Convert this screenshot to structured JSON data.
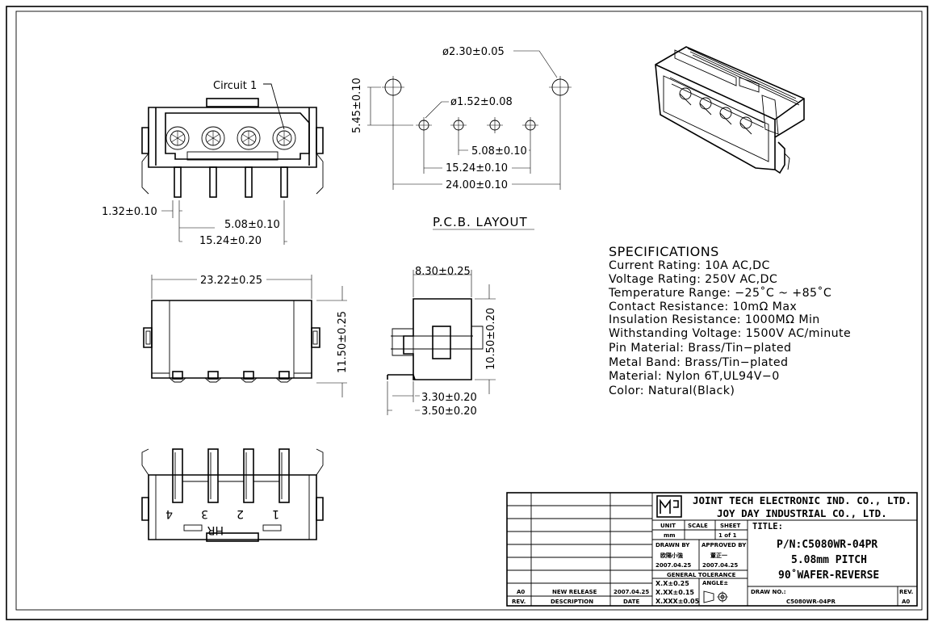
{
  "drawing_title": "P.C.B. LAYOUT",
  "top_view": {
    "circuit_label": "Circuit 1",
    "dims": {
      "offset": "1.32±0.10",
      "pitch": "5.08±0.10",
      "span": "15.24±0.20"
    }
  },
  "pcb_layout": {
    "big_hole": "ø2.30±0.05",
    "small_hole": "ø1.52±0.08",
    "row_offset": "5.45±0.10",
    "pitch": "5.08±0.10",
    "span": "15.24±0.10",
    "overall": "24.00±0.10"
  },
  "front_view": {
    "width": "23.22±0.25",
    "height": "11.50±0.25"
  },
  "side_view": {
    "depth": "8.30±0.25",
    "height": "10.50±0.20",
    "foot1": "3.30±0.20",
    "foot2": "3.50±0.20"
  },
  "bottom_view": {
    "pin_numbers": [
      "4",
      "3",
      "2",
      "1"
    ],
    "marking": "HR"
  },
  "specifications": {
    "heading": "SPECIFICATIONS",
    "lines": [
      "Current Rating: 10A AC,DC",
      "Voltage Rating: 250V AC,DC",
      "Temperature Range: −25˚C ~ +85˚C",
      "Contact Resistance: 10mΩ Max",
      "Insulation Resistance: 1000MΩ Min",
      "Withstanding Voltage: 1500V AC/minute",
      "Pin Material: Brass/Tin−plated",
      "Metal Band: Brass/Tin−plated",
      "Material: Nylon 6T,UL94V−0",
      "Color: Natural(Black)"
    ]
  },
  "title_block": {
    "company1": "JOINT TECH ELECTRONIC IND. CO., LTD.",
    "company2": "JOY DAY INDUSTRIAL CO., LTD.",
    "unit_label": "UNIT",
    "unit_value": "mm",
    "scale_label": "SCALE",
    "sheet_label": "SHEET",
    "sheet_value": "1 of 1",
    "title_label": "TITLE:",
    "part_number": "P/N:C5080WR-04PR",
    "pitch_desc": "5.08mm PITCH",
    "type_desc": "90˚WAFER-REVERSE",
    "drawn_by_label": "DRAWN BY",
    "drawn_by_name": "欧陽小強",
    "drawn_date": "2007.04.25",
    "approved_by_label": "APPROVED BY",
    "approved_by_name": "董正一",
    "approved_date": "2007.04.25",
    "general_tolerance": "GENERAL TOLERANCE",
    "tol1": "X.X±0.25",
    "tol2": "X.XX±0.15",
    "tol3": "X.XXX±0.05",
    "angle_label": "ANGLE±",
    "rev_code": "A0",
    "rev_description": "NEW RELEASE",
    "rev_date": "2007.04.25",
    "rev_header": "REV.",
    "description_header": "DESCRIPTION",
    "date_header": "DATE",
    "draw_no_label": "DRAW NO.:",
    "draw_no_value": "C5080WR-04PR",
    "rev_label": "REV.",
    "rev_value": "A0"
  }
}
